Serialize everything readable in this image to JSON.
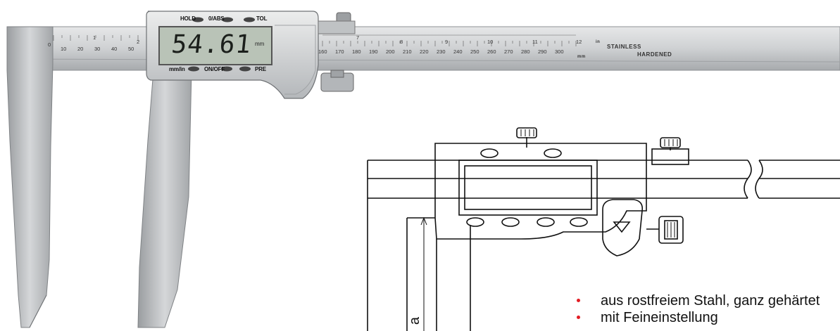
{
  "caliper": {
    "display_value": "54.61",
    "display_unit": "mm",
    "buttons": {
      "hold": "HOLD",
      "zero_abs": "0/ABS",
      "tol": "TOL",
      "mm_in": "mm/in",
      "on_off": "ON/OFF",
      "pre": "PRE"
    },
    "engraving": {
      "stainless": "STAINLESS",
      "hardened": "HARDENED",
      "in": "in",
      "mm": "mm"
    },
    "scale_mm_left": [
      "0",
      "10",
      "20",
      "30",
      "40",
      "50"
    ],
    "scale_mm_right": [
      "160",
      "170",
      "180",
      "190",
      "200",
      "210",
      "220",
      "230",
      "240",
      "250",
      "260",
      "270",
      "280",
      "290",
      "300"
    ],
    "scale_in_left": [
      "1",
      "2"
    ],
    "scale_in_right": [
      "7",
      "8",
      "9",
      "10",
      "11",
      "12"
    ]
  },
  "drawing": {
    "dimension_label": "a"
  },
  "features": [
    "aus rostfreiem Stahl, ganz gehärtet",
    "mit Feineinstellung"
  ],
  "colors": {
    "steel": "#c9cbcd",
    "steel_dark": "#8d9093",
    "lcd": "#b9c3b7",
    "bullet": "#e31c23"
  }
}
